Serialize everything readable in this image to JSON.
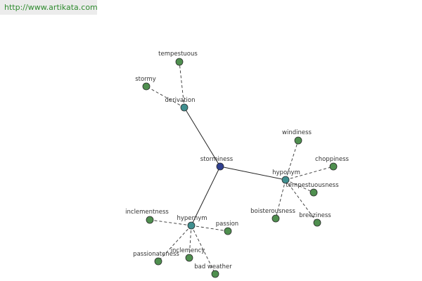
{
  "header": {
    "url": "http://www.artikata.com"
  },
  "colors": {
    "center_node": "#2f3f8f",
    "relation_node": "#3f8f8f",
    "word_node": "#4f8f4f",
    "node_stroke": "#2a2a2a",
    "solid_edge": "#222222",
    "dashed_edge": "#333333",
    "banner_text": "#2e8b2e",
    "banner_bg": "#ececec"
  },
  "graph": {
    "center": {
      "id": "center",
      "label": "storminess"
    },
    "relations": [
      {
        "id": "derivation",
        "label": "derivation"
      },
      {
        "id": "hyponym",
        "label": "hyponym"
      },
      {
        "id": "hypernym",
        "label": "hypernym"
      }
    ],
    "words": [
      {
        "id": "tempestuous",
        "label": "tempestuous",
        "relation": "derivation"
      },
      {
        "id": "stormy",
        "label": "stormy",
        "relation": "derivation"
      },
      {
        "id": "windiness",
        "label": "windiness",
        "relation": "hyponym"
      },
      {
        "id": "choppiness",
        "label": "choppiness",
        "relation": "hyponym"
      },
      {
        "id": "tempestuousness",
        "label": "tempestuousness",
        "relation": "hyponym"
      },
      {
        "id": "boisterousness",
        "label": "boisterousness",
        "relation": "hyponym"
      },
      {
        "id": "breeziness",
        "label": "breeziness",
        "relation": "hyponym"
      },
      {
        "id": "inclementness",
        "label": "inclementness",
        "relation": "hypernym"
      },
      {
        "id": "passion",
        "label": "passion",
        "relation": "hypernym"
      },
      {
        "id": "passionateness",
        "label": "passionateness",
        "relation": "hypernym"
      },
      {
        "id": "inclemency",
        "label": "inclemency",
        "relation": "hypernym"
      },
      {
        "id": "bad-weather",
        "label": "bad weather",
        "relation": "hypernym"
      }
    ]
  }
}
